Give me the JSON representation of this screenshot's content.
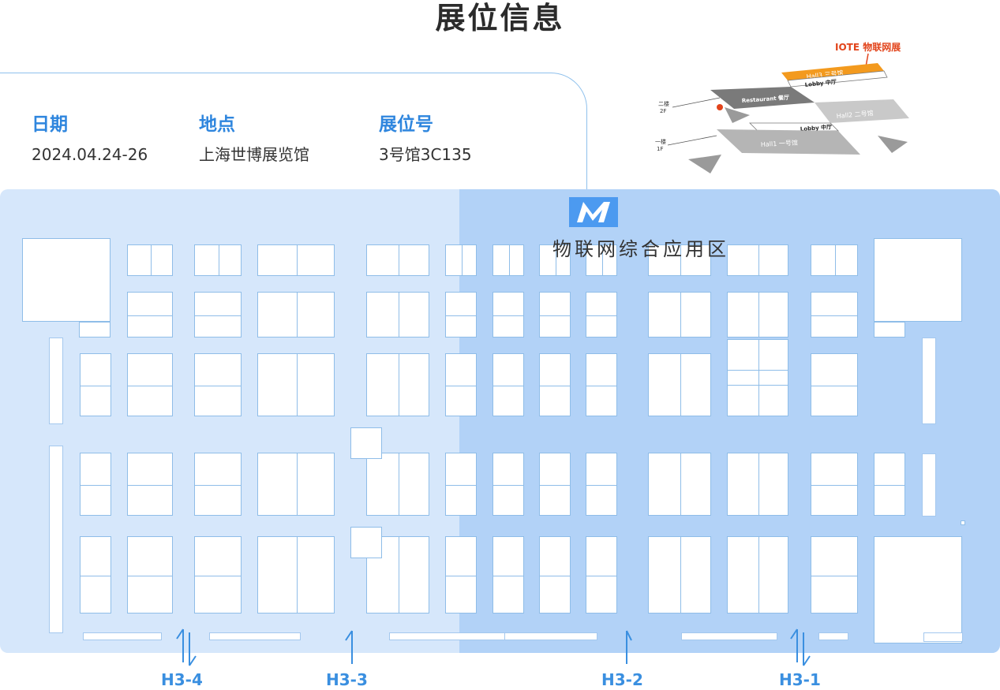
{
  "page": {
    "title": "展位信息"
  },
  "info": {
    "date_label": "日期",
    "date_value": "2024.04.24-26",
    "venue_label": "地点",
    "venue_value": "上海世博展览馆",
    "booth_label": "展位号",
    "booth_value": "3号馆3C135"
  },
  "hall_diagram": {
    "highlight": "IOTE 物联网展",
    "hall3": "Hall3 三号馆",
    "lobby_top": "Lobby 中厅",
    "restaurant": "Restaurant 餐厅",
    "floor2": "二楼",
    "floor2_en": "2F",
    "hall2": "Hall2 二号馆",
    "lobby_mid": "Lobby 中厅",
    "hall1": "Hall1 一号馆",
    "floor1": "一楼",
    "floor1_en": "1F"
  },
  "floor_plan": {
    "zone_name": "物联网综合应用区",
    "gates": [
      "H3-4",
      "H3-3",
      "H3-2",
      "H3-1"
    ]
  },
  "colors": {
    "accent": "#2f86de",
    "zone_left": "#d6e7fb",
    "zone_right": "#b2d2f7",
    "highlight_hall": "#f39a1e"
  }
}
